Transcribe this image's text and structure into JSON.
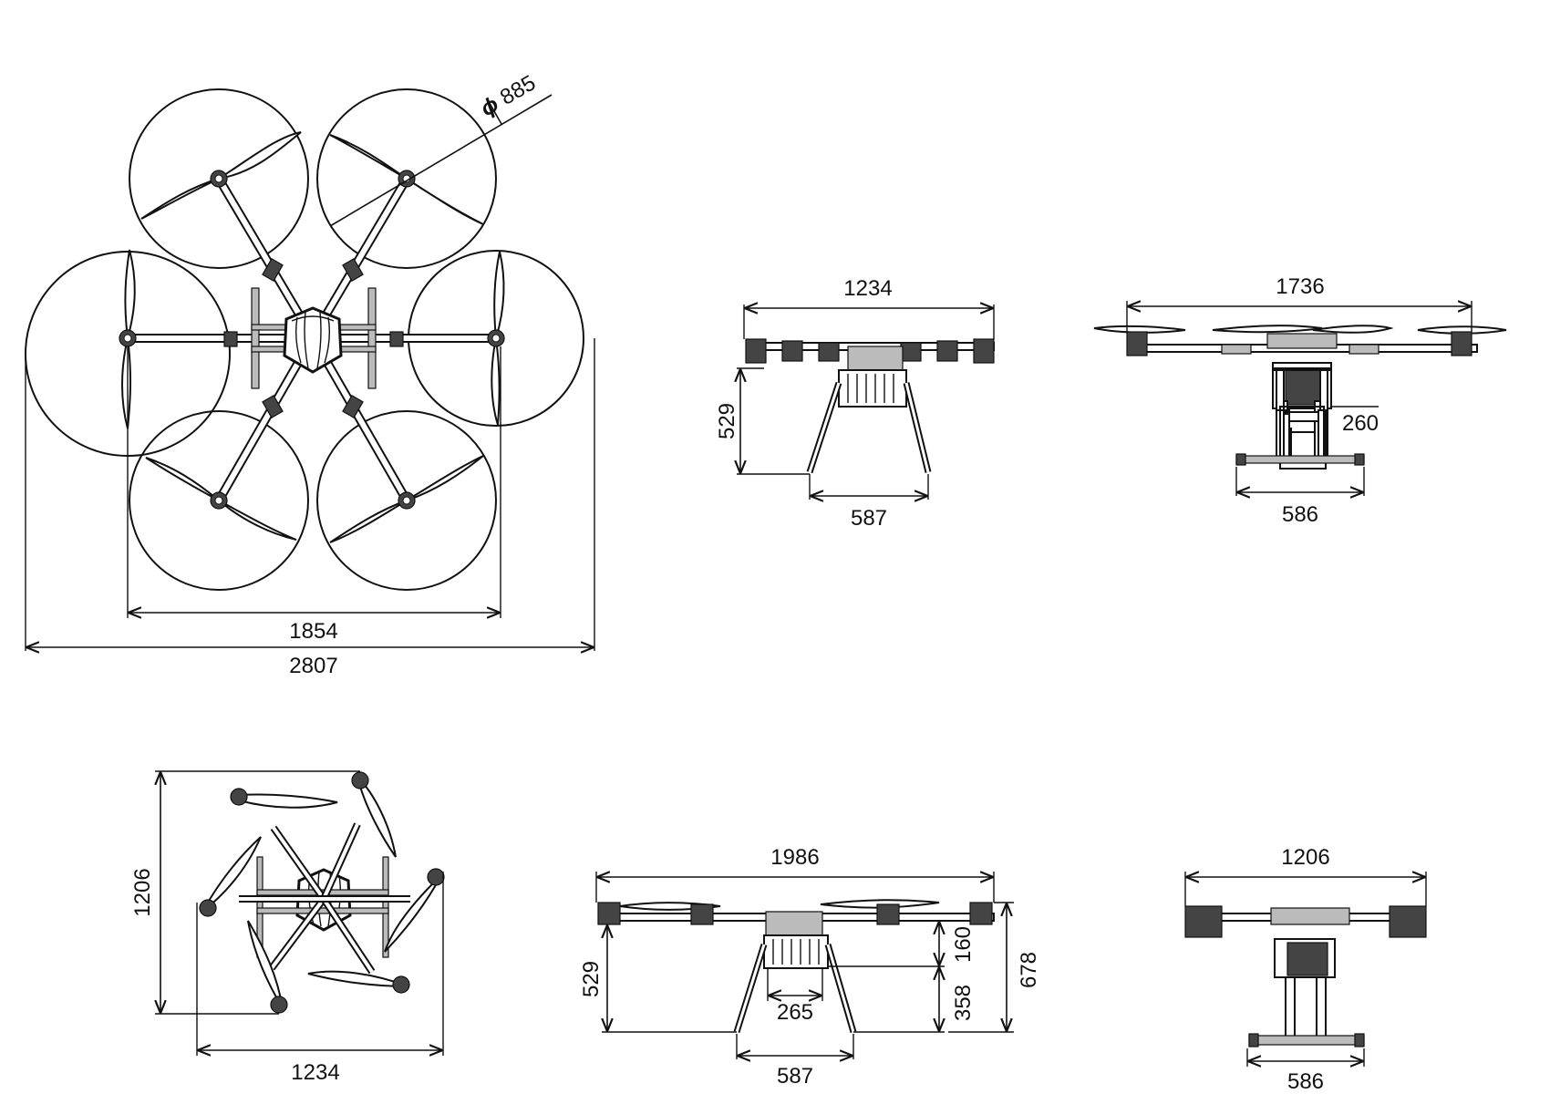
{
  "dimensions": {
    "top_view": {
      "prop_diameter": "885",
      "diameter_symbol": "ϕ",
      "motor_span": "1854",
      "overall_span": "2807"
    },
    "front_view": {
      "width": "1234",
      "height": "529",
      "gear_width": "587"
    },
    "side_view": {
      "width": "1736",
      "payload_height": "260",
      "skid_width": "586"
    },
    "folded_top_view": {
      "height": "1206",
      "width": "1234"
    },
    "folded_front_view": {
      "width": "1986",
      "left_height": "529",
      "body_height": "160",
      "gear_height": "358",
      "overall_height": "678",
      "payload_width": "265",
      "gear_width": "587"
    },
    "folded_side_view": {
      "width": "1206",
      "skid_width": "586"
    }
  }
}
